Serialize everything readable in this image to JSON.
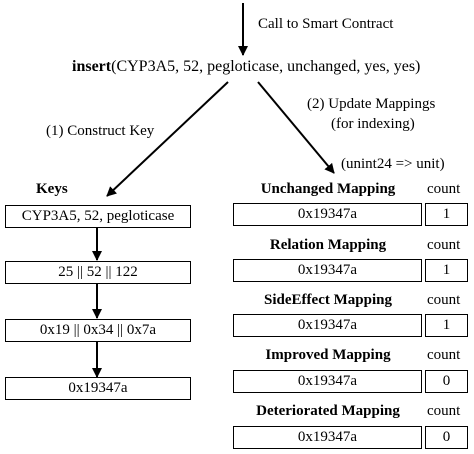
{
  "call_label": "Call to Smart Contract",
  "insert_call": {
    "function": "insert",
    "args": "(CYP3A5, 52, pegloticase, unchanged, yes, yes)"
  },
  "construct_key_label": "(1) Construct Key",
  "update_mappings_label": "(2) Update Mappings",
  "update_mappings_sub": "(for indexing)",
  "mapping_type": "(unint24 => unit)",
  "keys": {
    "title": "Keys",
    "steps": [
      "CYP3A5, 52, pegloticase",
      "25 || 52 || 122",
      "0x19 || 0x34 || 0x7a",
      "0x19347a"
    ]
  },
  "count_header": "count",
  "mappings": [
    {
      "name": "Unchanged Mapping",
      "key": "0x19347a",
      "count": "1"
    },
    {
      "name": "Relation Mapping",
      "key": "0x19347a",
      "count": "1"
    },
    {
      "name": "SideEffect Mapping",
      "key": "0x19347a",
      "count": "1"
    },
    {
      "name": "Improved Mapping",
      "key": "0x19347a",
      "count": "0"
    },
    {
      "name": "Deteriorated Mapping",
      "key": "0x19347a",
      "count": "0"
    }
  ]
}
